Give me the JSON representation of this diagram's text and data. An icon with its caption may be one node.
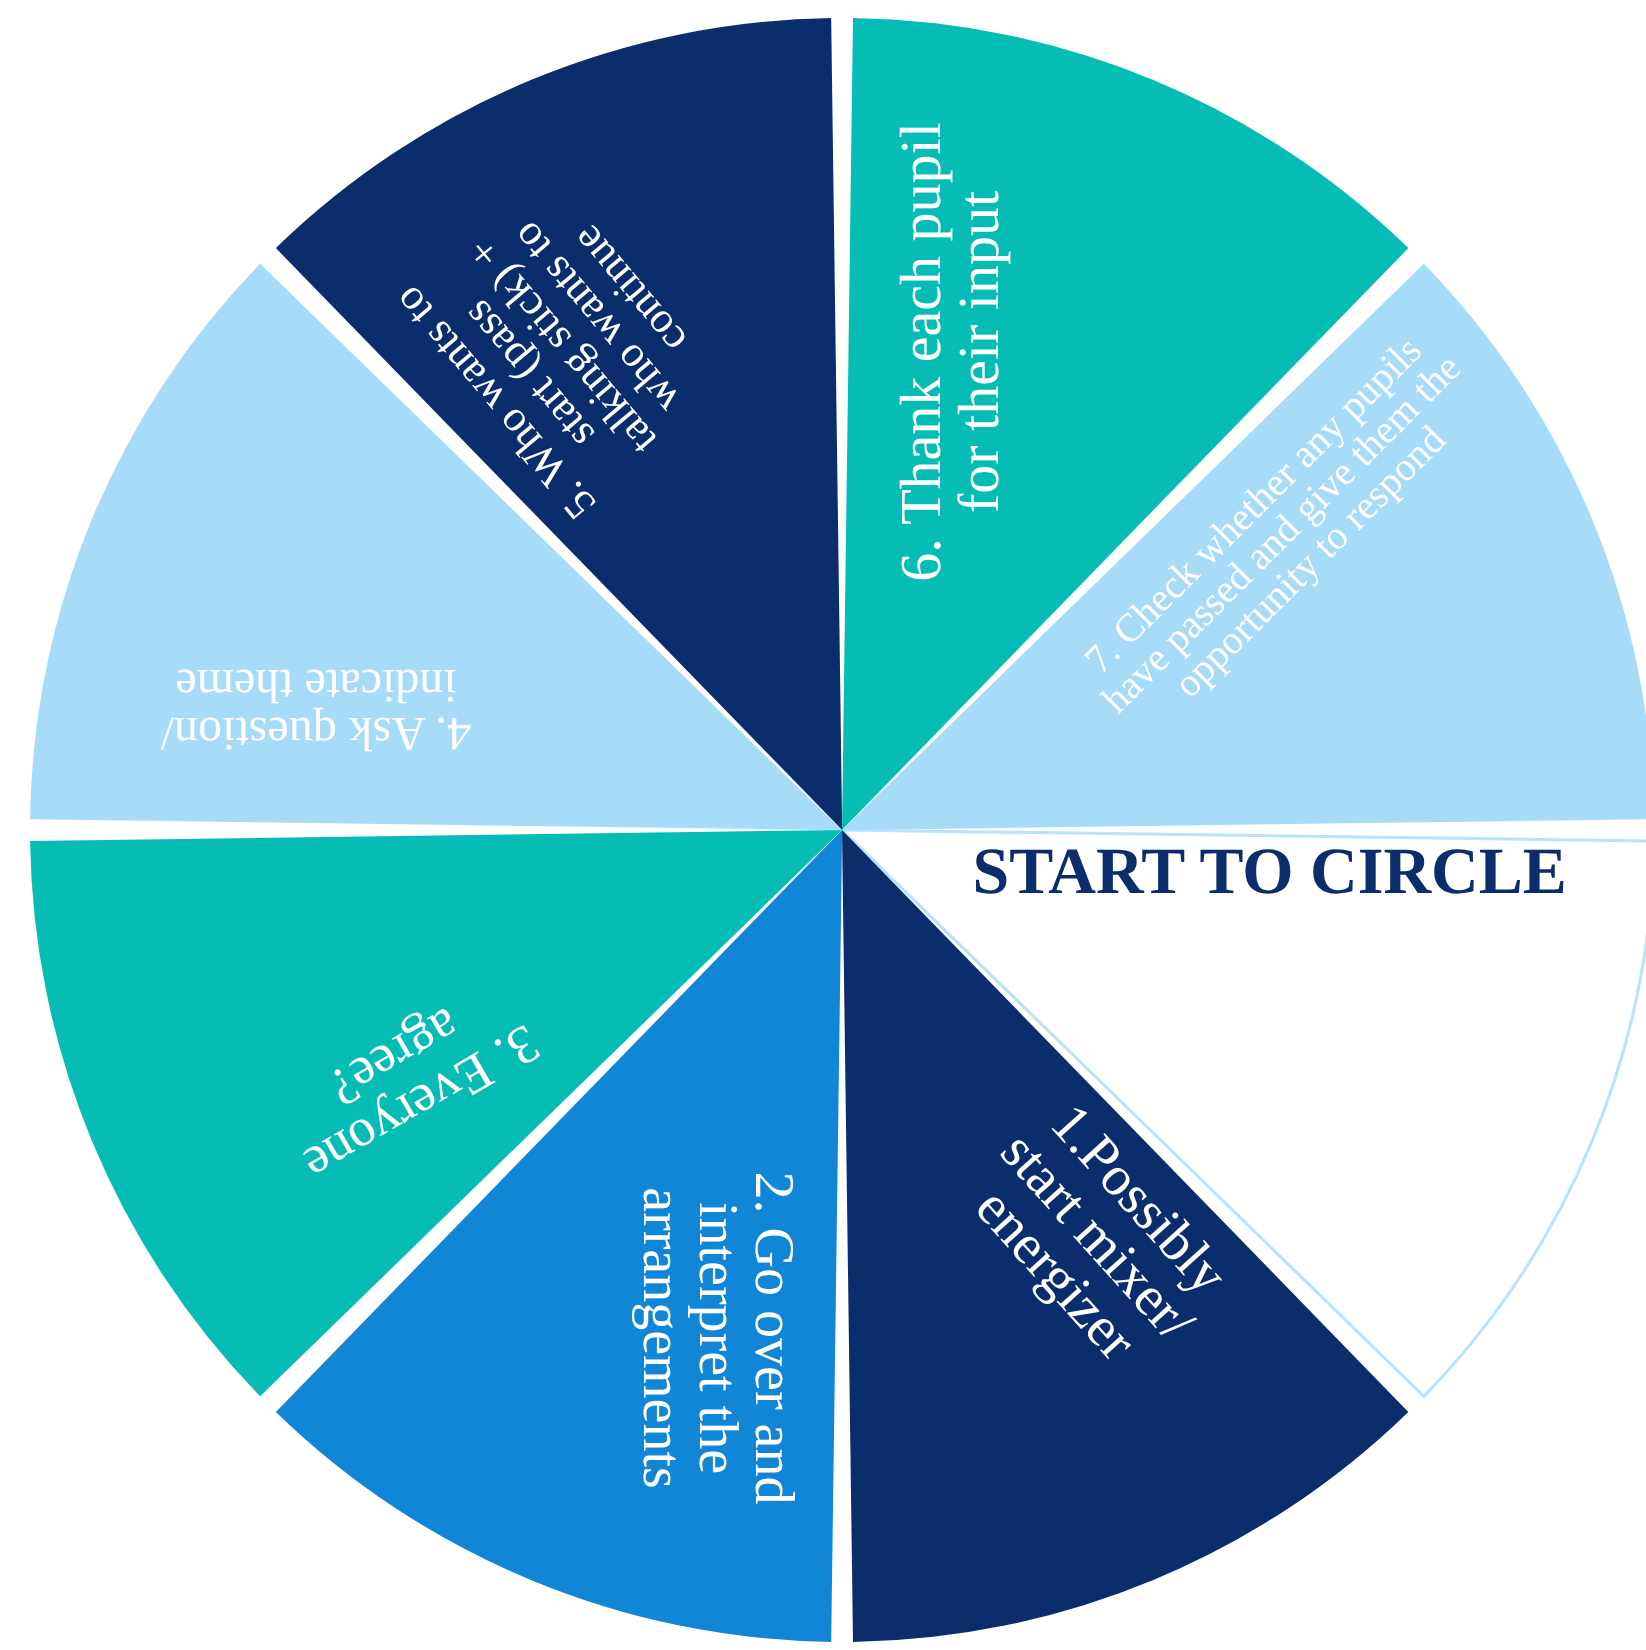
{
  "diagram": {
    "nodes": [
      {
        "text": [
          "START TO CIRCLE"
        ]
      },
      {
        "text": [
          "1.Possibly start mixer/ energizer"
        ]
      },
      {
        "text": [
          "2. Go over and interpret the arrangements"
        ]
      },
      {
        "text": [
          "3. Everyone agree?"
        ]
      },
      {
        "text": [
          "4. Ask question/ indicate theme"
        ]
      },
      {
        "text": [
          "5. Who wants to start (pass talking stick) + who wants to continue"
        ]
      },
      {
        "text": [
          "6. Thank each pupil for their input"
        ]
      },
      {
        "text": [
          "7. Check whether any pupils have passed and give them the opportunity to respond"
        ]
      }
    ]
  }
}
